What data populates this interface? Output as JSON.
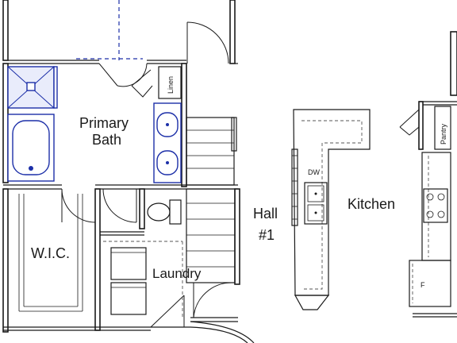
{
  "rooms": {
    "primary_bath_line1": "Primary",
    "primary_bath_line2": "Bath",
    "linen": "Linen",
    "wic": "W.I.C.",
    "laundry": "Laundry",
    "hall_line1": "Hall",
    "hall_line2": "#1",
    "kitchen": "Kitchen",
    "pantry": "Pantry",
    "dishwasher": "DW",
    "fridge": "F"
  },
  "colors": {
    "wall": "#1a1a1a",
    "fixture_blue": "#1c2fa8",
    "background": "#ffffff"
  }
}
